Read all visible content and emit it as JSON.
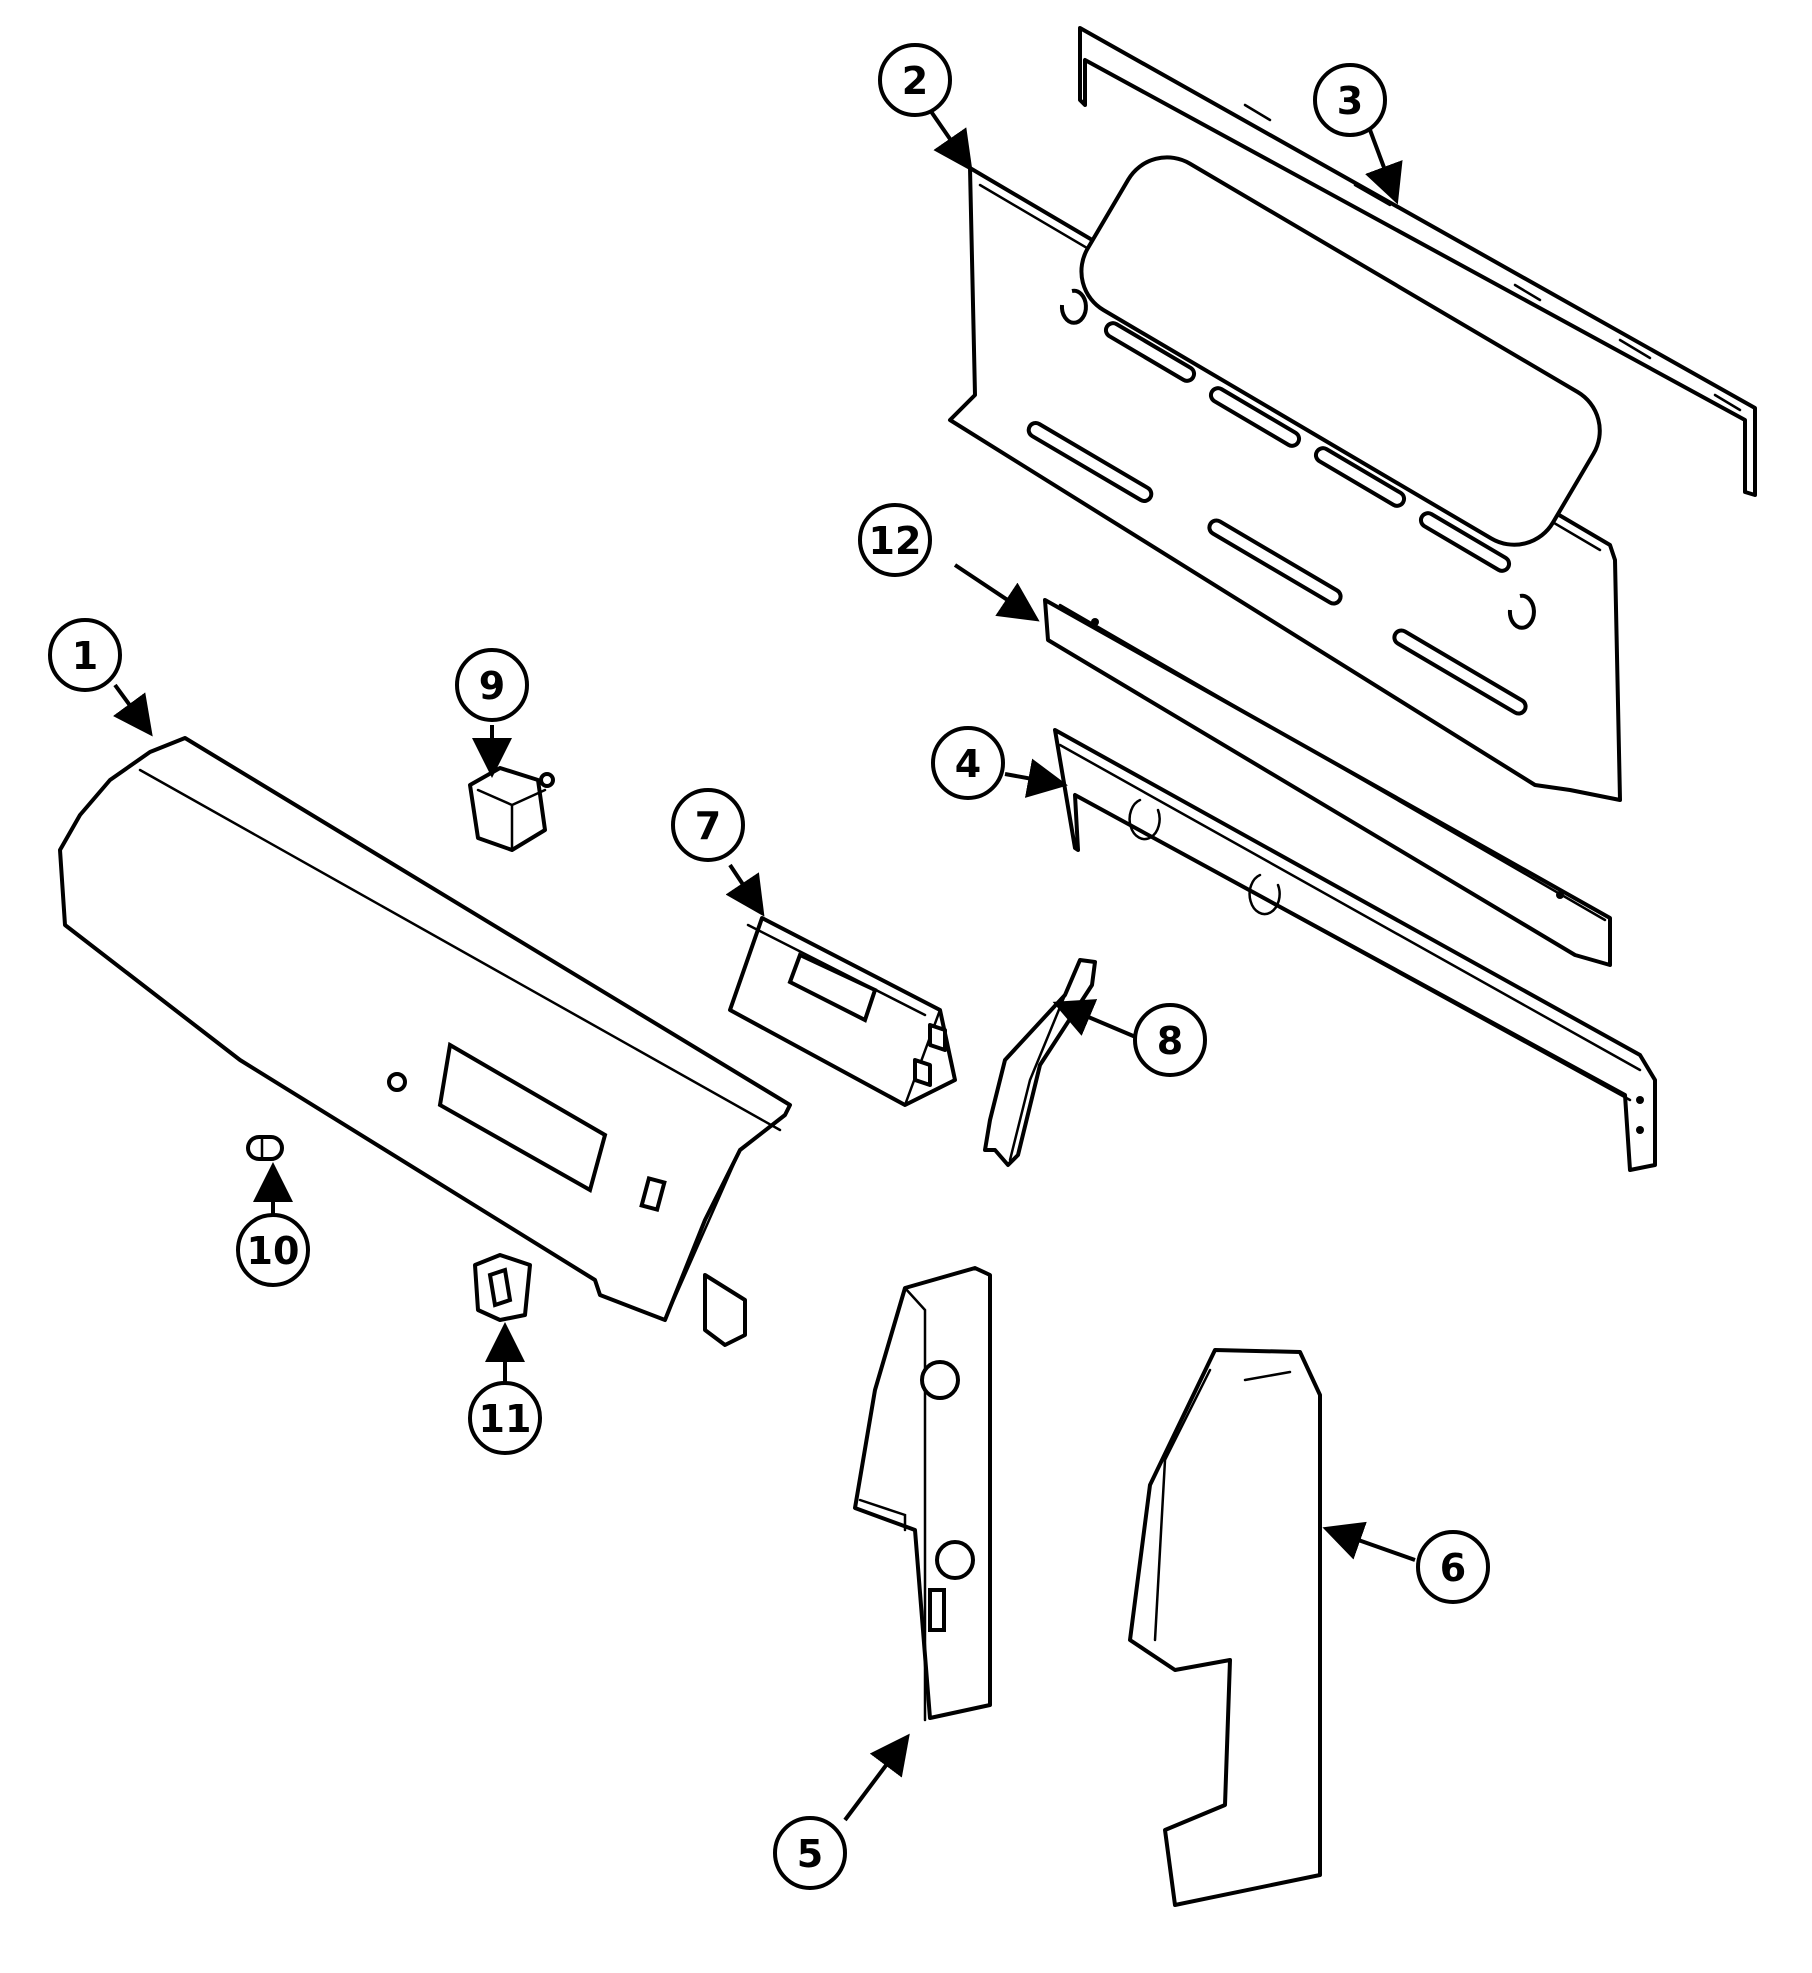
{
  "diagram": {
    "colors": {
      "line": "#000000",
      "background": "#ffffff"
    },
    "callouts": [
      {
        "id": "1",
        "label": "1"
      },
      {
        "id": "2",
        "label": "2"
      },
      {
        "id": "3",
        "label": "3"
      },
      {
        "id": "4",
        "label": "4"
      },
      {
        "id": "5",
        "label": "5"
      },
      {
        "id": "6",
        "label": "6"
      },
      {
        "id": "7",
        "label": "7"
      },
      {
        "id": "8",
        "label": "8"
      },
      {
        "id": "9",
        "label": "9"
      },
      {
        "id": "10",
        "label": "10"
      },
      {
        "id": "11",
        "label": "11"
      },
      {
        "id": "12",
        "label": "12"
      }
    ]
  }
}
